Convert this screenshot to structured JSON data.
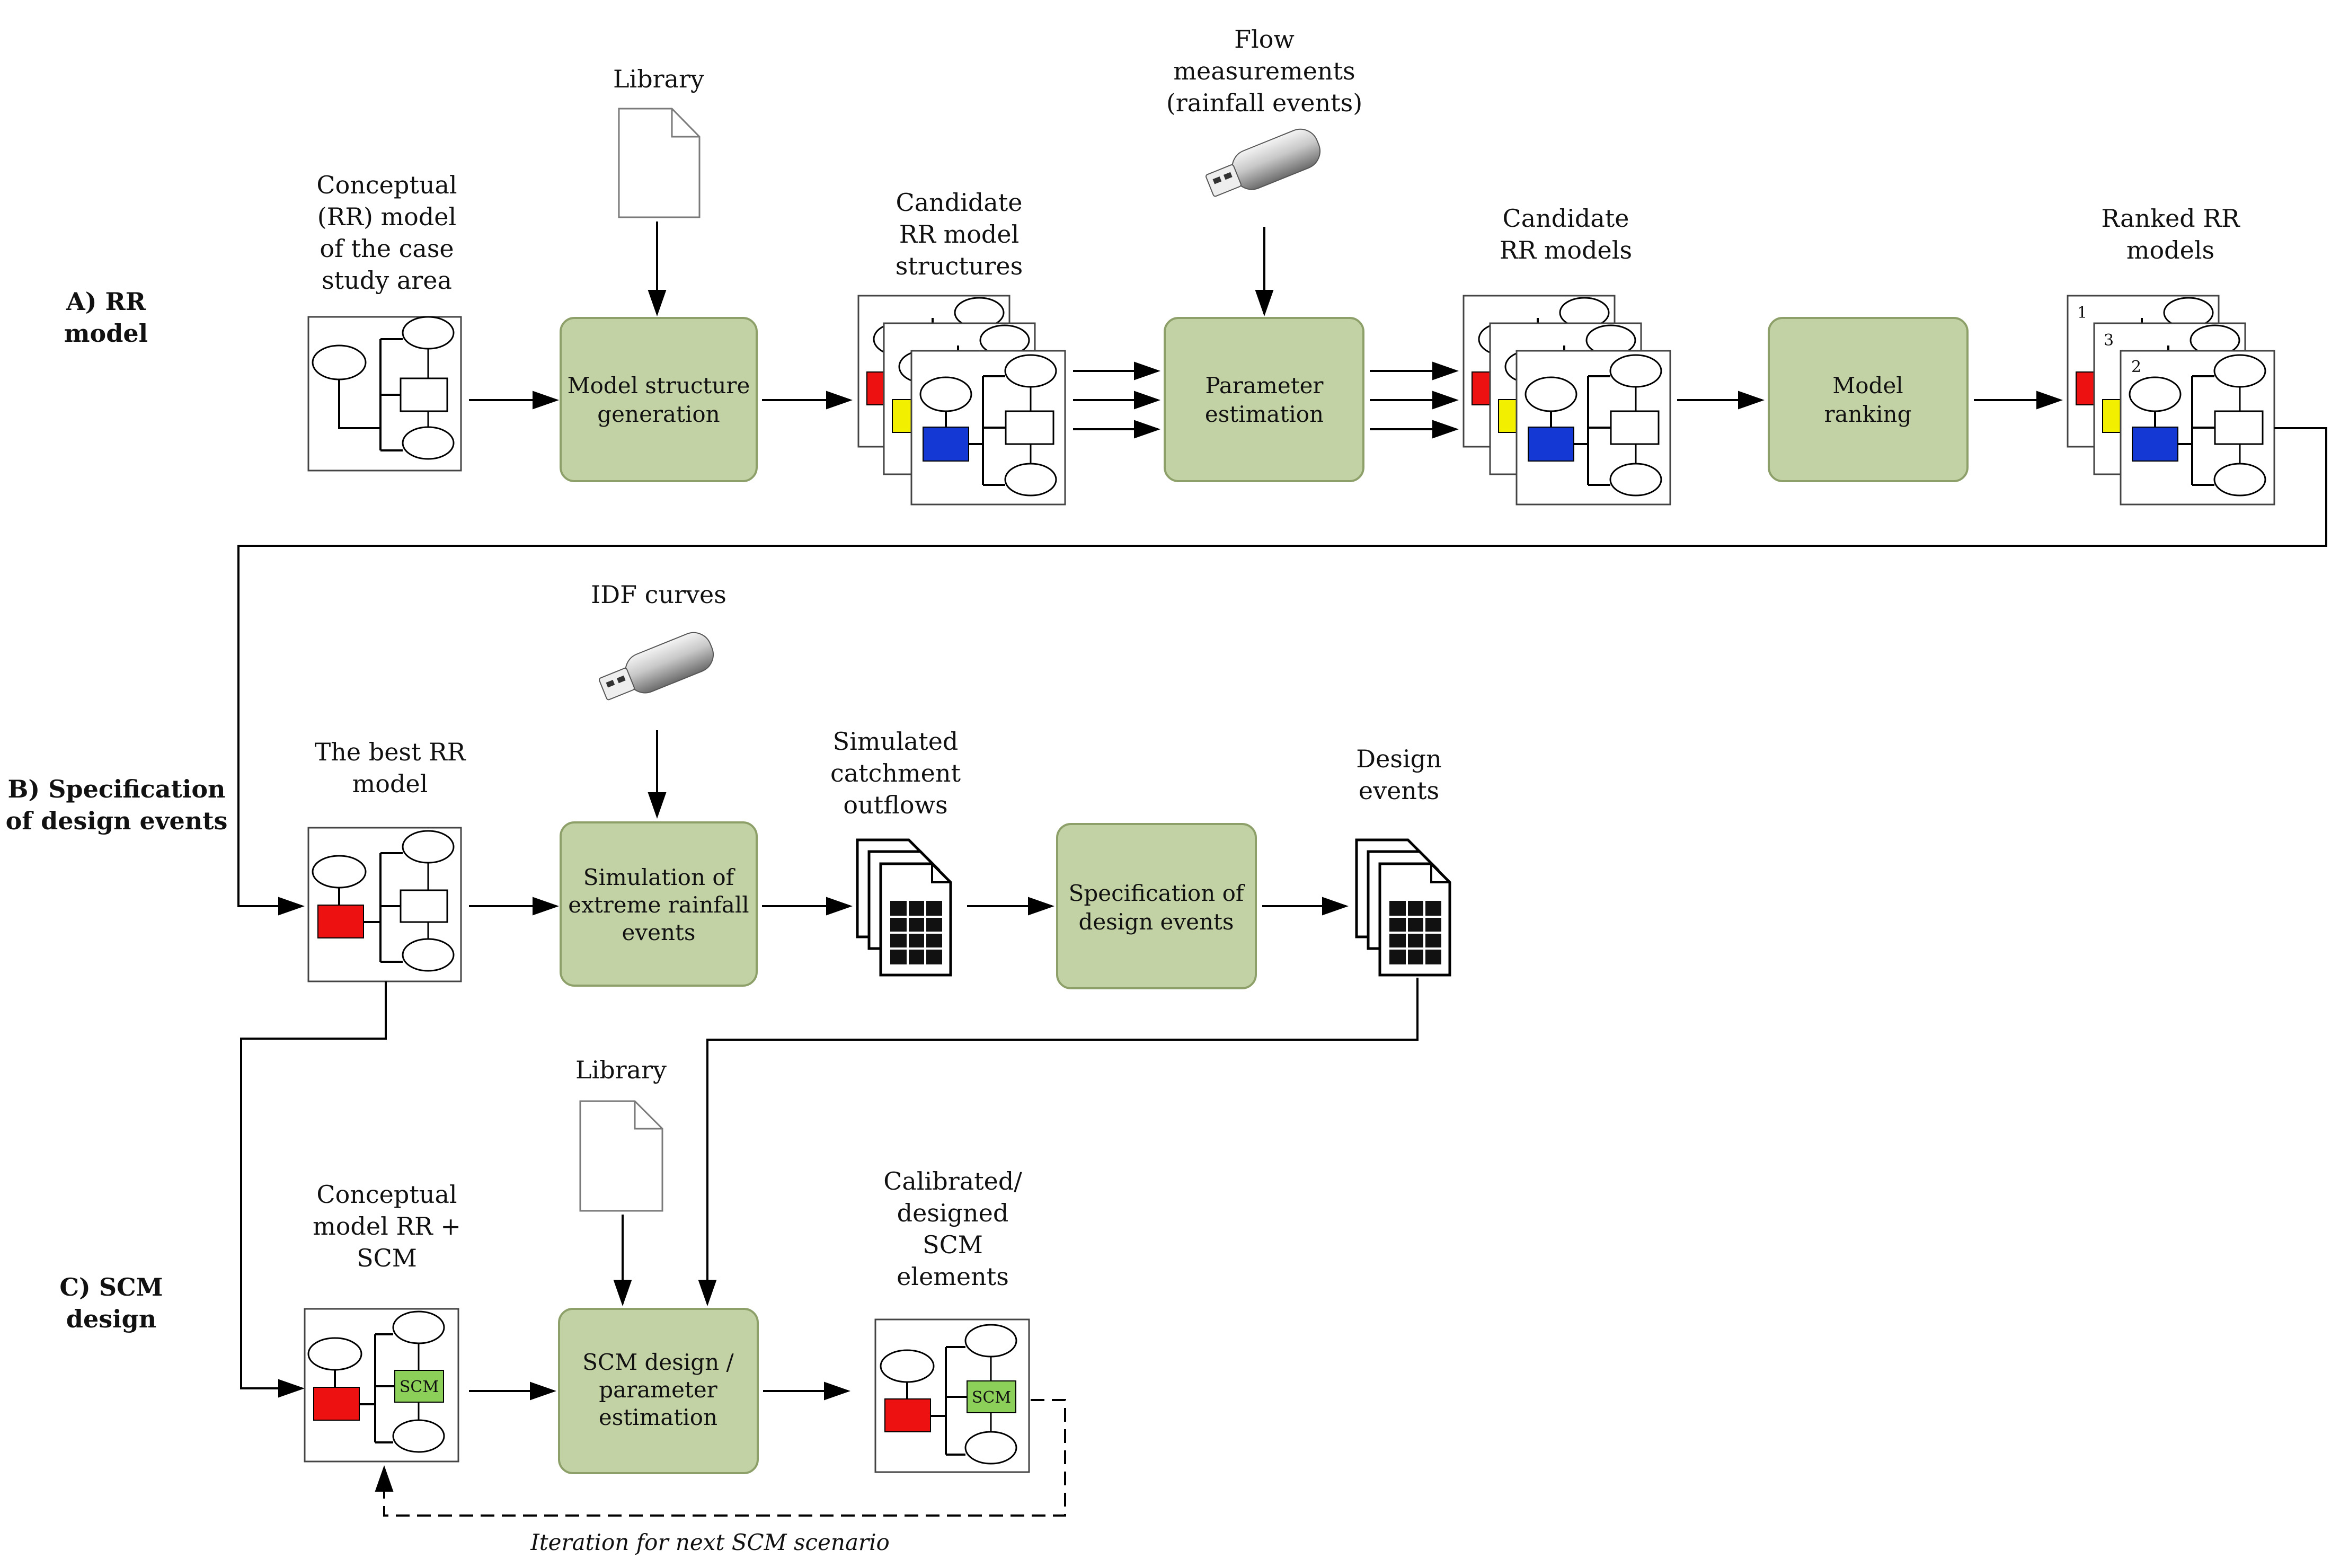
{
  "sections": {
    "a": [
      "A) RR",
      "model"
    ],
    "b": [
      "B) Specification",
      "of design events"
    ],
    "c": [
      "C) SCM",
      "design"
    ]
  },
  "labels": {
    "library_top": "Library",
    "flow": [
      "Flow",
      "measurements",
      "(rainfall events)"
    ],
    "conceptual_rr": [
      "Conceptual",
      "(RR) model",
      "of the case",
      "study area"
    ],
    "candidate_structures": [
      "Candidate",
      "RR model",
      "structures"
    ],
    "candidate_models": [
      "Candidate",
      "RR models"
    ],
    "ranked_models": [
      "Ranked RR",
      "models"
    ],
    "idf": "IDF curves",
    "best_model": [
      "The best RR",
      "model"
    ],
    "simulated": [
      "Simulated",
      "catchment",
      "outflows"
    ],
    "design_events": [
      "Design",
      "events"
    ],
    "library_bottom": "Library",
    "conceptual_scm": [
      "Conceptual",
      "model RR +",
      "SCM"
    ],
    "calibrated": [
      "Calibrated/",
      "designed",
      "SCM",
      "elements"
    ],
    "iteration": "Iteration for next SCM scenario"
  },
  "processes": {
    "structure_gen": [
      "Model structure",
      "generation"
    ],
    "param_est": [
      "Parameter",
      "estimation"
    ],
    "ranking": [
      "Model",
      "ranking"
    ],
    "simulation": [
      "Simulation of",
      "extreme rainfall",
      "events"
    ],
    "spec_design": [
      "Specification of",
      "design events"
    ],
    "scm_design": [
      "SCM design /",
      "parameter",
      "estimation"
    ]
  },
  "rank_numbers": [
    "1",
    "3",
    "2"
  ],
  "scm_tag": "SCM",
  "colors": {
    "process_fill": "#c3d2a4",
    "red": "#ee1111",
    "yellow": "#f2ef00",
    "blue": "#1438d4",
    "green": "#8cd05a"
  }
}
